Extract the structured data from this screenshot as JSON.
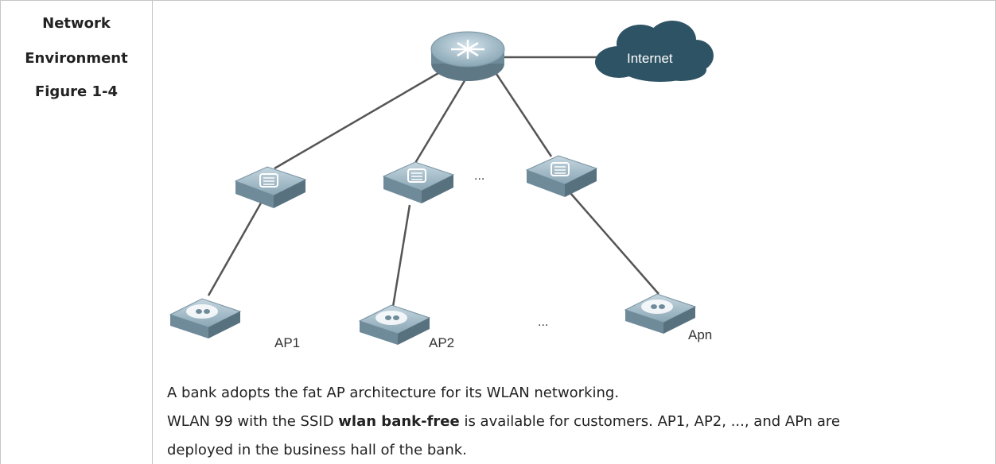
{
  "row_label": {
    "line1": "Network",
    "line2": "Environment",
    "line3": "Figure 1-4"
  },
  "diagram": {
    "cloud_label": "Internet",
    "ellipsis_switch": "...",
    "ellipsis_ap": "...",
    "ap_labels": [
      "AP1",
      "AP2",
      "Apn"
    ],
    "colors": {
      "device_blue": "#8ba9b8",
      "cloud": "#2e5364",
      "link": "#555555"
    }
  },
  "description": {
    "para1": "A bank adopts the fat AP architecture for its WLAN networking.",
    "para2_before": "WLAN 99 with the SSID ",
    "para2_bold": "wlan bank-free",
    "para2_after": " is available for customers. AP1, AP2, ..., and APn are",
    "para3": "deployed in the business hall of the bank."
  }
}
